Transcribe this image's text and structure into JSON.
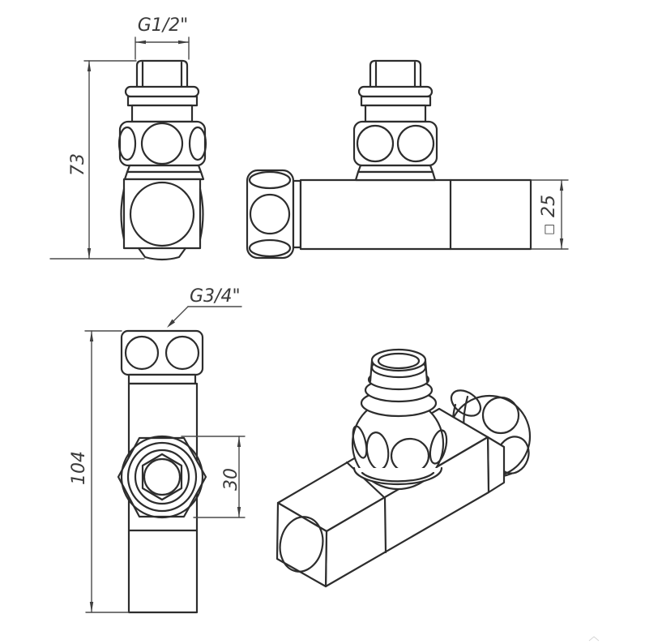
{
  "drawing": {
    "type": "technical-drawing",
    "subject": "angle-radiator-valve",
    "labels": {
      "top_thread": "G1/2\"",
      "bottom_thread": "G3/4\"",
      "square_symbol": "□"
    },
    "dimensions": {
      "front_overall_height": "73",
      "pipe_square_size": "25",
      "bottom_overall_height": "104",
      "hex_nut_size": "30"
    },
    "colors": {
      "object_line": "#2d2d2d",
      "dimension_line": "#4a4a4a",
      "text": "#3a3a3a",
      "background": "#ffffff"
    }
  }
}
